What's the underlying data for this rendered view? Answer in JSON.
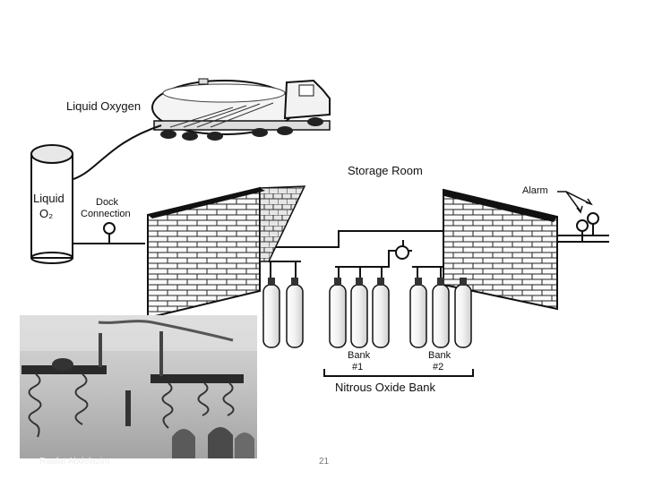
{
  "labels": {
    "liquid_oxygen": "Liquid Oxygen",
    "liquid_o2_line1": "Liquid",
    "liquid_o2_line2": "O₂",
    "dock_line1": "Dock",
    "dock_line2": "Connection",
    "storage_room": "Storage Room",
    "alarm": "Alarm",
    "bank1_line1": "Bank",
    "bank1_line2": "#1",
    "bank2_line1": "Bank",
    "bank2_line2": "#2",
    "nitrous_oxide_bank": "Nitrous Oxide Bank"
  },
  "footer": {
    "author": "Raafat Abdelazim",
    "page_number": "21"
  }
}
